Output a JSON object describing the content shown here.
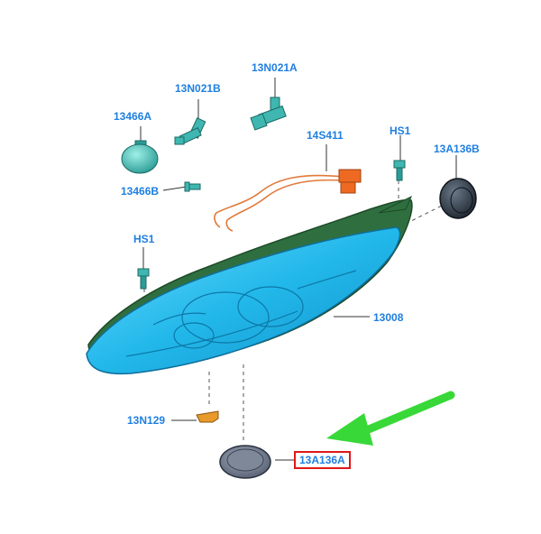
{
  "diagram": {
    "colors": {
      "label_text": "#1f7fe0",
      "highlight_border": "#e01818",
      "arrow": "#38d838",
      "lens": "#22b8ea",
      "housing": "#2f6f3f",
      "bulb": "#3fb7b0",
      "wire": "#e07a3a",
      "connector": "#ee6a22",
      "grommet": "#3a4654"
    },
    "labels": {
      "bulb_13466a": "13466A",
      "bulb_13n021b": "13N021B",
      "bulb_13n021a": "13N021A",
      "bulb_13466b": "13466B",
      "harness_14s411": "14S411",
      "screw_hs1_top": "HS1",
      "cap_13a136b": "13A136B",
      "screw_hs1_left": "HS1",
      "headlamp_13008": "13008",
      "bracket_13n129": "13N129",
      "cap_13a136a": "13A136A"
    },
    "highlighted_part": "13A136A"
  }
}
